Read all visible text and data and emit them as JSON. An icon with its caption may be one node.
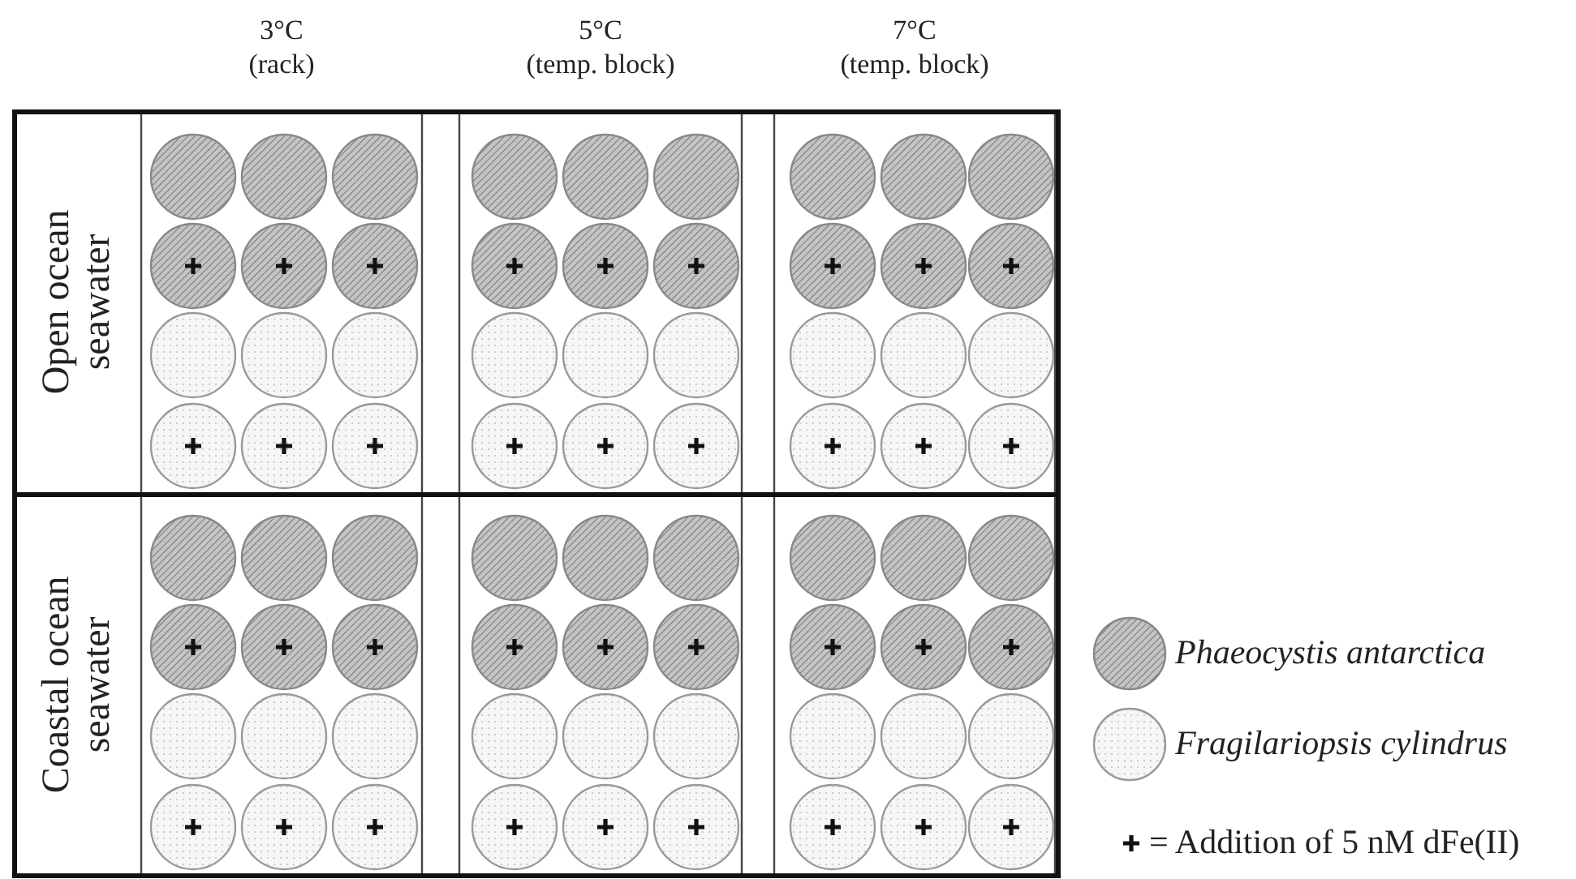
{
  "diagram": {
    "labels": [
      "3°C (rack)",
      "5°C (temp. block)",
      "7°C (temp. block)",
      "Open ocean seawater",
      "Coastal ocean seawater"
    ],
    "legend": [
      {
        "text": "Phaeocystis antarctica"
      },
      {
        "text": "Fragilariopsis cylindrus"
      },
      {
        "text": "= Addition of 5 nM dFe(II)"
      }
    ]
  }
}
